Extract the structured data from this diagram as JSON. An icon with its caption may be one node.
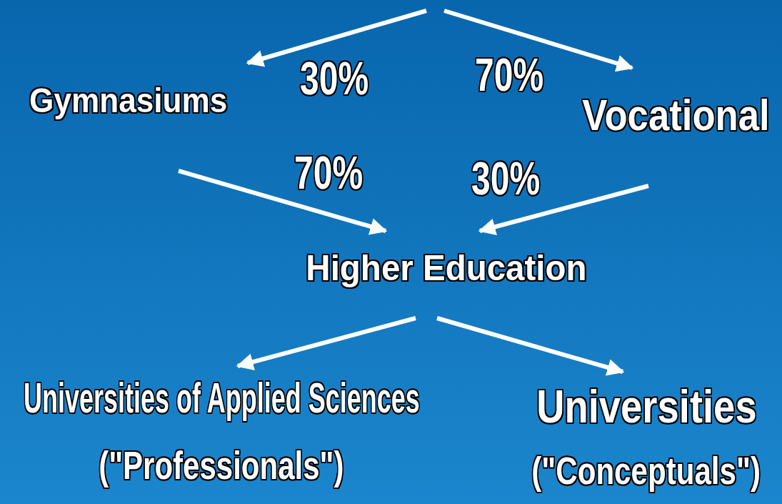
{
  "diagram": {
    "nodes": [
      {
        "text": [
          "Gymnasiums"
        ]
      },
      {
        "text": [
          "Vocational"
        ]
      },
      {
        "text": [
          "Higher Education"
        ]
      },
      {
        "text": [
          "Universities of Applied Sciences",
          "(\"Professionals\")"
        ]
      },
      {
        "text": [
          "Universities",
          "(\"Conceptuals\")"
        ]
      }
    ],
    "edges": [
      {
        "from": null,
        "to": 0,
        "arrow": "to",
        "label": "30%"
      },
      {
        "from": null,
        "to": 1,
        "arrow": "to",
        "label": "70%"
      },
      {
        "from": 0,
        "to": 2,
        "arrow": "to",
        "label": "70%"
      },
      {
        "from": 1,
        "to": 2,
        "arrow": "to",
        "label": "30%"
      },
      {
        "from": 2,
        "to": 3,
        "arrow": "to"
      },
      {
        "from": 2,
        "to": 4,
        "arrow": "to"
      }
    ]
  }
}
